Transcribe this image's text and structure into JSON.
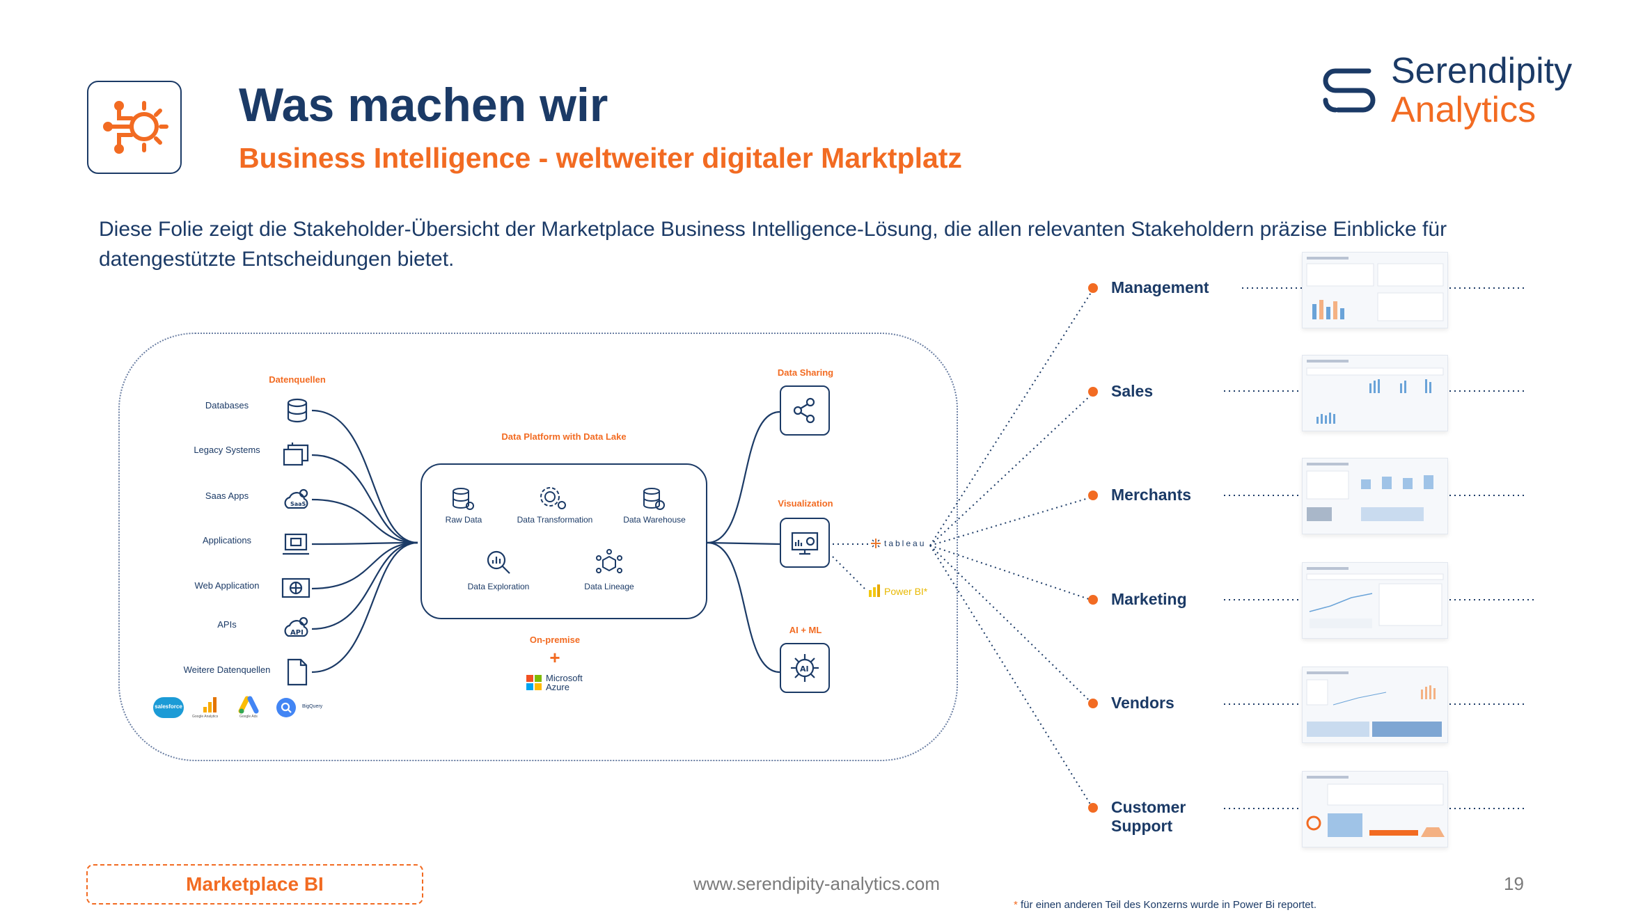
{
  "header": {
    "title": "Was machen wir",
    "subtitle": "Business Intelligence - weltweiter digitaler Marktplatz",
    "intro": "Diese Folie zeigt die Stakeholder-Übersicht der Marketplace Business Intelligence-Lösung, die allen relevanten Stakeholdern präzise Einblicke für datengestützte Entscheidungen bietet."
  },
  "logo": {
    "line1": "Serendipity",
    "line2": "Analytics"
  },
  "diagram": {
    "sources_title": "Datenquellen",
    "sources": [
      "Databases",
      "Legacy Systems",
      "Saas Apps",
      "Applications",
      "Web Application",
      "APIs",
      "Weitere Datenquellen"
    ],
    "source_brands": [
      "salesforce",
      "Google Analytics",
      "Google Ads",
      "BigQuery"
    ],
    "platform_title": "Data Platform with Data Lake",
    "platform_items": [
      "Raw Data",
      "Data Transformation",
      "Data Warehouse",
      "Data Exploration",
      "Data Lineage"
    ],
    "onprem_label": "On-premise",
    "plus": "+",
    "cloud_label": "Microsoft Azure",
    "outputs": [
      {
        "title": "Data Sharing"
      },
      {
        "title": "Visualization"
      },
      {
        "title": "AI + ML"
      }
    ],
    "viz_tools": [
      "tableau",
      "Power BI*"
    ]
  },
  "stakeholders": [
    "Management",
    "Sales",
    "Merchants",
    "Marketing",
    "Vendors",
    "Customer Support"
  ],
  "footer": {
    "tag": "Marketplace BI",
    "url": "www.serendipity-analytics.com",
    "page": "19",
    "note_star": "*",
    "note": "für einen anderen Teil des Konzerns wurde in Power Bi reportet."
  },
  "colors": {
    "navy": "#1b3a66",
    "orange": "#f26b22"
  }
}
